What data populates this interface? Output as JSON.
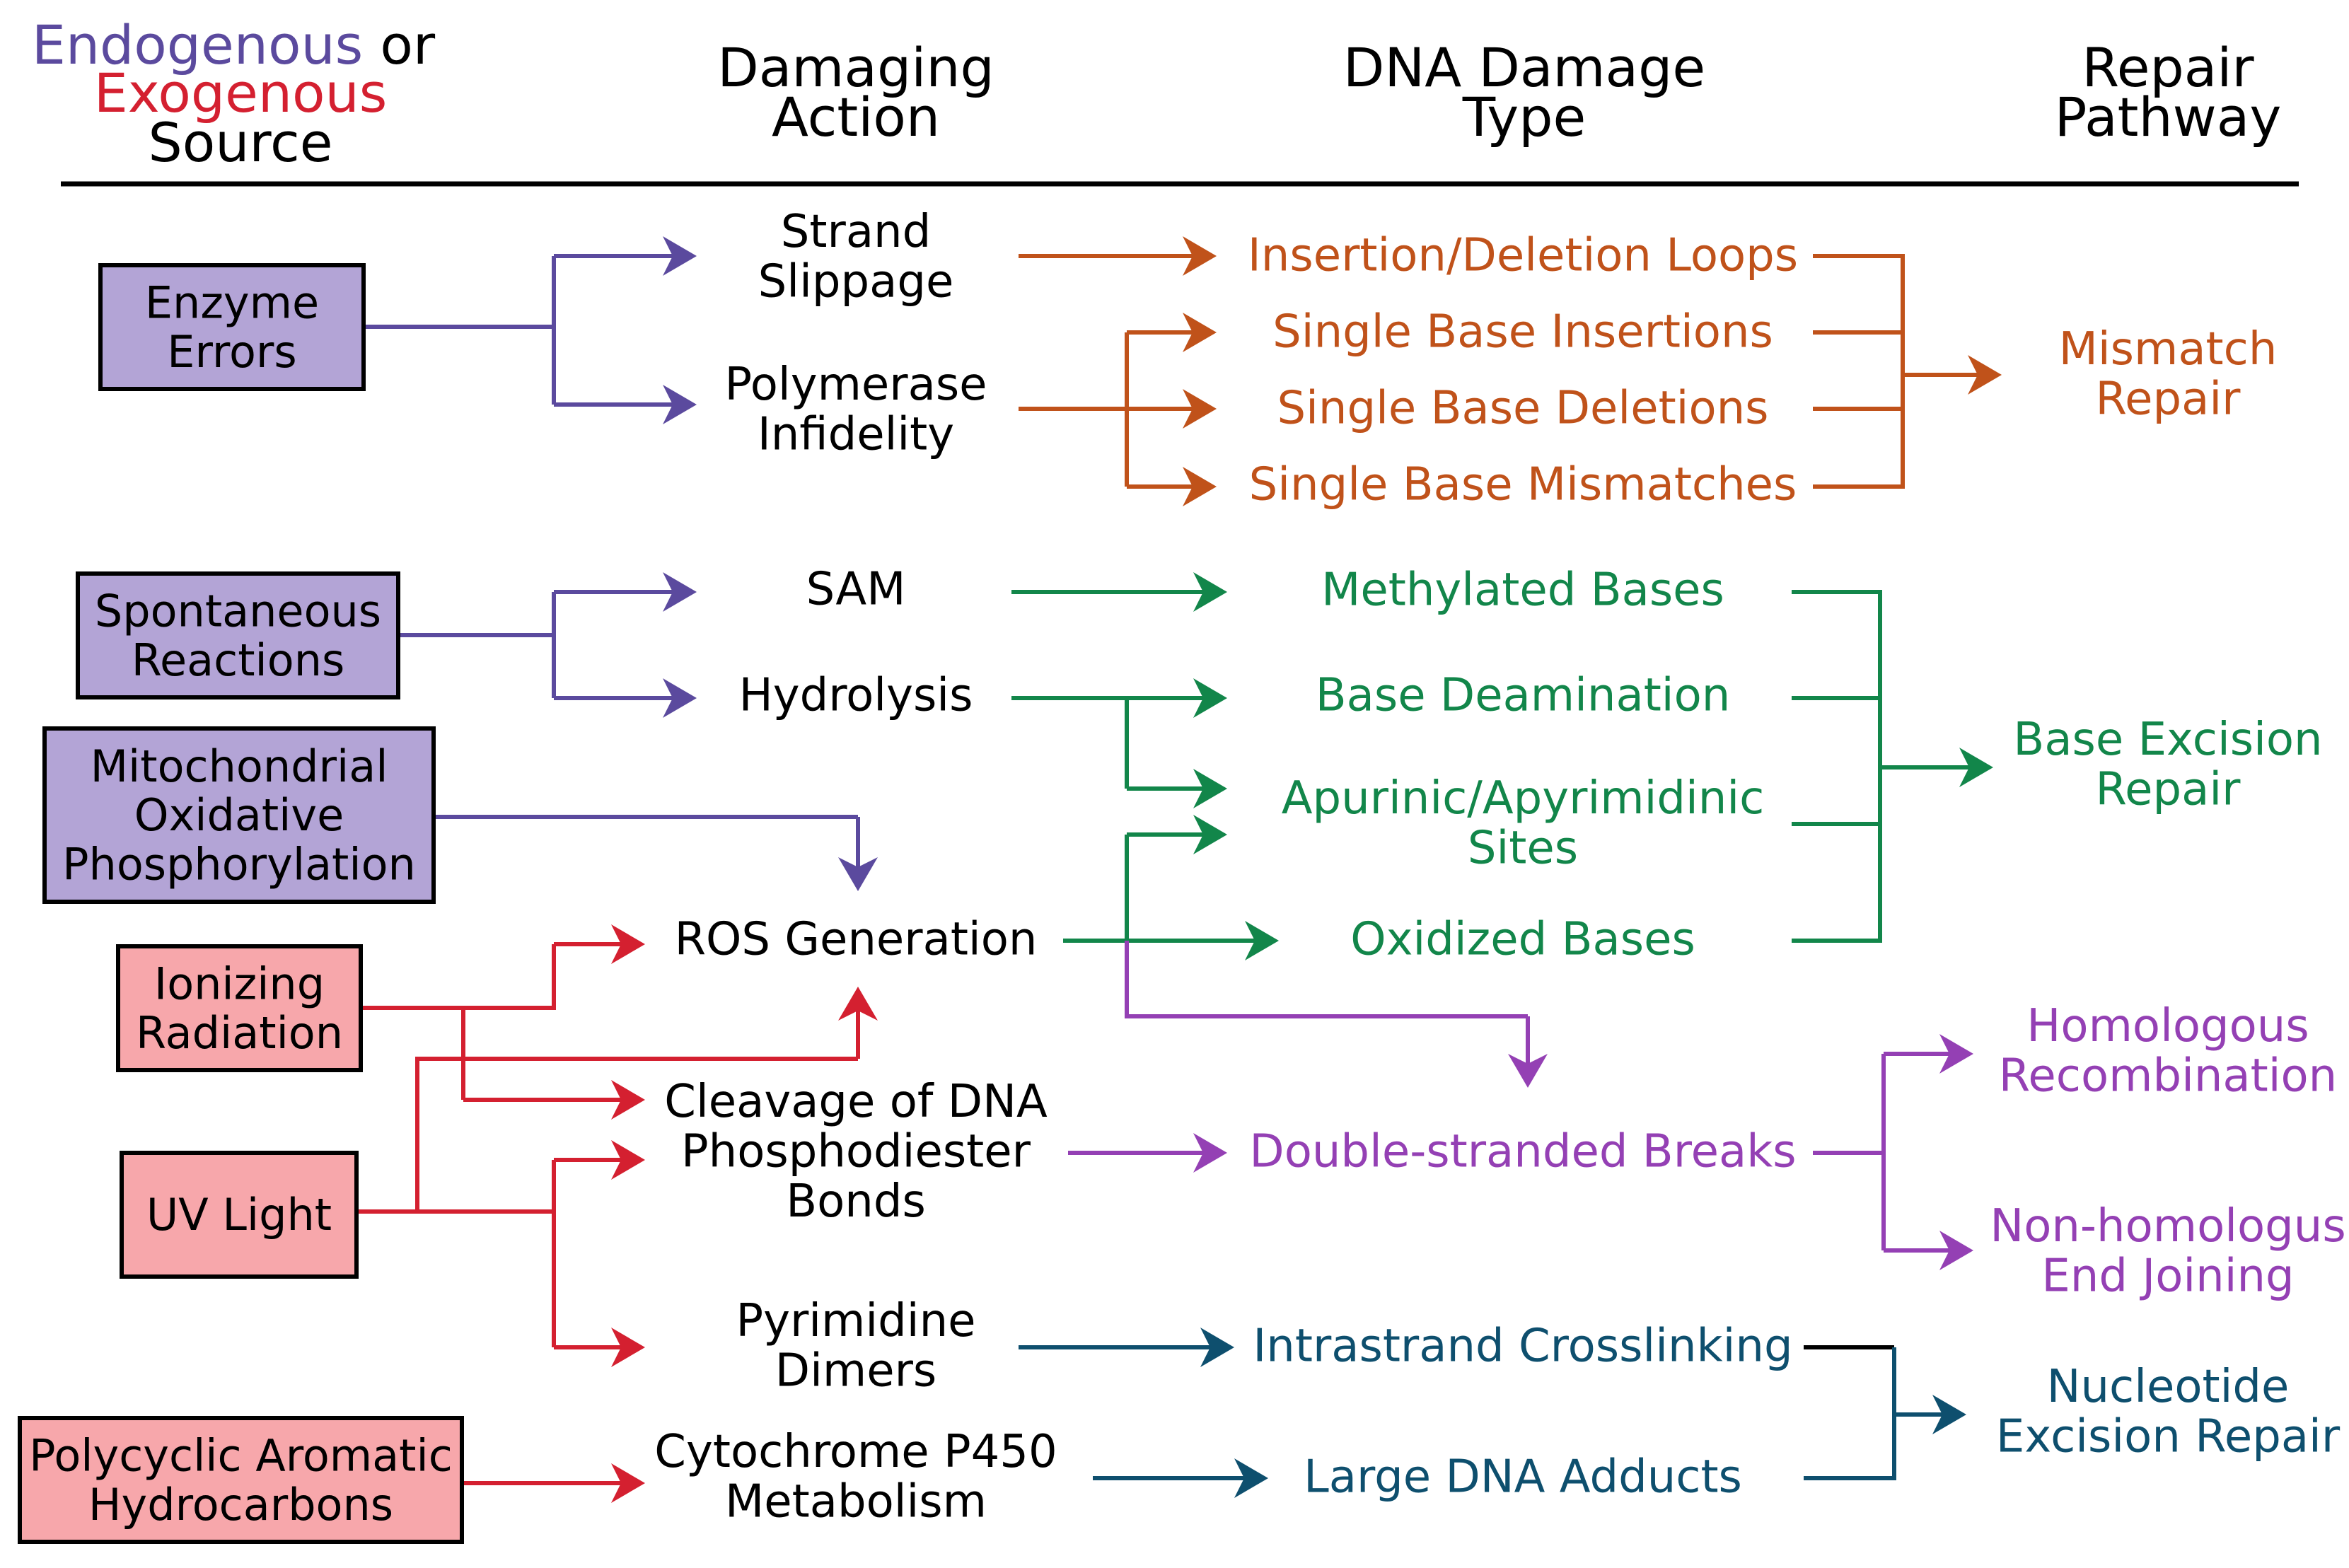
{
  "colors": {
    "endogenous": "#5b4a9e",
    "exogenous": "#d42030",
    "mismatch": "#c0521a",
    "ber": "#12864a",
    "dsb": "#9440b4",
    "ner": "#0e4f6e",
    "black": "#000000",
    "box_purple": "#b3a4d6",
    "box_pink": "#f7a7ab"
  },
  "header": {
    "source_endogenous": "Endogenous",
    "source_or": " or",
    "source_exogenous": "Exogenous",
    "source_source": "Source",
    "action_line1": "Damaging",
    "action_line2": "Action",
    "damage_line1": "DNA Damage",
    "damage_line2": "Type",
    "repair_line1": "Repair",
    "repair_line2": "Pathway"
  },
  "sources": {
    "enzyme": [
      "Enzyme",
      "Errors"
    ],
    "spontaneous": [
      "Spontaneous",
      "Reactions"
    ],
    "mito": [
      "Mitochondrial",
      "Oxidative",
      "Phosphorylation"
    ],
    "ionizing": [
      "Ionizing",
      "Radiation"
    ],
    "uv": [
      "UV Light"
    ],
    "pah": [
      "Polycyclic Aromatic",
      "Hydrocarbons"
    ]
  },
  "actions": {
    "strand_slippage": [
      "Strand",
      "Slippage"
    ],
    "polymerase": [
      "Polymerase",
      "Infidelity"
    ],
    "sam": [
      "SAM"
    ],
    "hydrolysis": [
      "Hydrolysis"
    ],
    "ros": [
      "ROS Generation"
    ],
    "cleavage": [
      "Cleavage of DNA",
      "Phosphodiester",
      "Bonds"
    ],
    "pyrimidine": [
      "Pyrimidine",
      "Dimers"
    ],
    "cyp450": [
      "Cytochrome P450",
      "Metabolism"
    ]
  },
  "damage": {
    "indel_loops": [
      "Insertion/Deletion Loops"
    ],
    "single_insertions": [
      "Single Base Insertions"
    ],
    "single_deletions": [
      "Single Base Deletions"
    ],
    "single_mismatches": [
      "Single Base Mismatches"
    ],
    "methylated": [
      "Methylated Bases"
    ],
    "deamination": [
      "Base Deamination"
    ],
    "ap_sites": [
      "Apurinic/Apyrimidinic",
      "Sites"
    ],
    "oxidized": [
      "Oxidized Bases"
    ],
    "dsb": [
      "Double-stranded Breaks"
    ],
    "intrastrand": [
      "Intrastrand Crosslinking"
    ],
    "adducts": [
      "Large DNA Adducts"
    ]
  },
  "repair": {
    "mismatch": [
      "Mismatch",
      "Repair"
    ],
    "ber": [
      "Base Excision",
      "Repair"
    ],
    "hr": [
      "Homologous",
      "Recombination"
    ],
    "nhej": [
      "Non-homologus",
      "End Joining"
    ],
    "ner": [
      "Nucleotide",
      "Excision Repair"
    ]
  }
}
